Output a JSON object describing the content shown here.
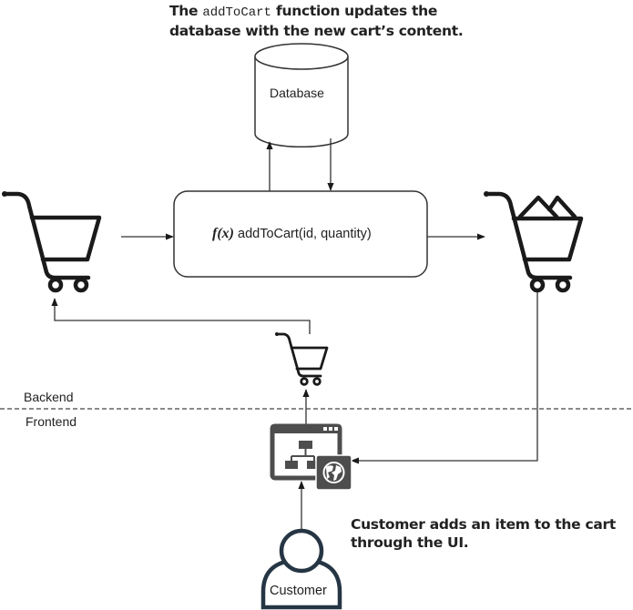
{
  "captions": {
    "top_prefix": "The ",
    "top_code": "addToCart",
    "top_suffix": " function updates the database with the new cart’s content.",
    "bottom": "Customer adds an item to the cart through the UI."
  },
  "nodes": {
    "database": {
      "label": "Database",
      "shape": "cylinder"
    },
    "function": {
      "fx": "f(x)",
      "label": " addToCart(id, quantity)",
      "shape": "rounded-rectangle"
    },
    "empty_cart": {
      "icon": "shopping-cart-empty-icon"
    },
    "full_cart": {
      "icon": "shopping-cart-full-icon"
    },
    "small_cart": {
      "icon": "shopping-cart-small-icon"
    },
    "ui": {
      "icon": "web-ui-sitemap-icon",
      "badge_icon": "globe-icon"
    },
    "customer": {
      "label": "Customer",
      "icon": "person-icon"
    }
  },
  "zones": {
    "backend": "Backend",
    "frontend": "Frontend"
  },
  "edges": [
    {
      "from": "empty_cart",
      "to": "function"
    },
    {
      "from": "function",
      "to": "database"
    },
    {
      "from": "database",
      "to": "function"
    },
    {
      "from": "function",
      "to": "full_cart"
    },
    {
      "from": "full_cart",
      "to": "ui"
    },
    {
      "from": "customer",
      "to": "ui"
    },
    {
      "from": "ui",
      "to": "small_cart"
    },
    {
      "from": "small_cart",
      "to": "empty_cart"
    }
  ],
  "colors": {
    "line": "#333333",
    "icon_dark": "#1a1a1a",
    "ui_icon": "#4d4d4d",
    "customer_stroke": "#253544",
    "text": "#222222"
  }
}
